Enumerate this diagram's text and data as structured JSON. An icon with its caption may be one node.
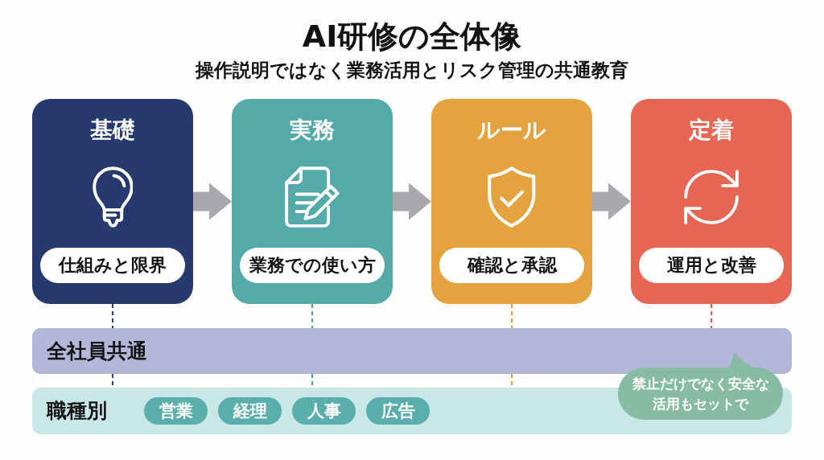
{
  "diagram": {
    "title": "AI研修の全体像",
    "nodes": [
      {
        "text": [
          "基礎"
        ]
      },
      {
        "text": [
          "仕組みと限界"
        ],
        "in": 0
      },
      {
        "text": [
          "実務"
        ]
      },
      {
        "text": [
          "業務での使い方"
        ],
        "in": 2
      },
      {
        "text": [
          "ルール"
        ]
      },
      {
        "text": [
          "確認と承認"
        ],
        "in": 4
      },
      {
        "text": [
          "定着"
        ]
      },
      {
        "text": [
          "運用と改善"
        ],
        "in": 6
      },
      {
        "text": [
          "全社員共通"
        ]
      },
      {
        "text": [
          "職種別"
        ]
      },
      {
        "text": [
          "営業"
        ],
        "in": 9
      },
      {
        "text": [
          "経理"
        ],
        "in": 9
      },
      {
        "text": [
          "人事"
        ],
        "in": 9
      },
      {
        "text": [
          "広告"
        ],
        "in": 9
      },
      {
        "text": [
          "禁止だけでなく安全な活用もセットで"
        ]
      }
    ],
    "edges": [
      {
        "from": 0,
        "to": 2,
        "arrow": "to",
        "style": "thick"
      },
      {
        "from": 2,
        "to": 4,
        "arrow": "to",
        "style": "thick"
      },
      {
        "from": 4,
        "to": 6,
        "arrow": "to",
        "style": "thick"
      },
      {
        "from": 0,
        "to": 8,
        "arrow": "none",
        "style": "dashed",
        "color": "#2f3f73"
      },
      {
        "from": 2,
        "to": 8,
        "arrow": "none",
        "style": "dashed",
        "color": "#4aa3a2"
      },
      {
        "from": 4,
        "to": 8,
        "arrow": "none",
        "style": "dashed",
        "color": "#e5a13d"
      },
      {
        "from": 6,
        "to": 8,
        "arrow": "none",
        "style": "dashed",
        "color": "#e5584d"
      },
      {
        "from": 8,
        "to": 9,
        "arrow": "none",
        "style": "dashed",
        "color": "#2f3f73"
      },
      {
        "from": 8,
        "to": 9,
        "arrow": "none",
        "style": "dashed",
        "color": "#4aa3a2"
      },
      {
        "from": 8,
        "to": 9,
        "arrow": "none",
        "style": "dashed",
        "color": "#e5a13d"
      }
    ],
    "labels": [
      "操作説明ではなく業務活用とリスク管理の共通教育"
    ]
  }
}
